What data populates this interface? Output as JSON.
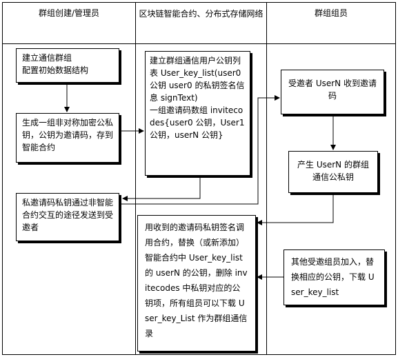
{
  "lanes": {
    "left": "群组创建/管理员",
    "middle": "区块链智能合约、分布式存储网络",
    "right": "群组组员"
  },
  "boxes": {
    "create_group": "建立通信群组\n配置初始数据结构",
    "generate_keys": "生成一组非对称加密公私钥，公钥为邀请码，存到智能合约",
    "contract_lists": "建立群组通信用户公钥列表 User_key_list(user0 公钥 user0 的私钥签名信息 signText)\n一组邀请码数组 invitecodes{user0 公钥，User1 公钥，userN 公钥}",
    "send_private_code": "私邀请码私钥通过非智能合约交互的途径发送到受邀者",
    "receive_code": "受邀者 UserN 收到邀请码",
    "generate_user_keys": "产生 UserN 的群组通信公私钥",
    "sign_replace": "用收到的邀请码私钥签名调用合约，替换（或新添加）智能合约中 User_key_list 的 userN 的公钥，删除 invitecodes 中私钥对应的公钥项，所有组员可以下载 User_key_List 作为群组通信录",
    "other_members": "其他受邀组员加入，替换相应的公钥，下载 User_key_list"
  }
}
